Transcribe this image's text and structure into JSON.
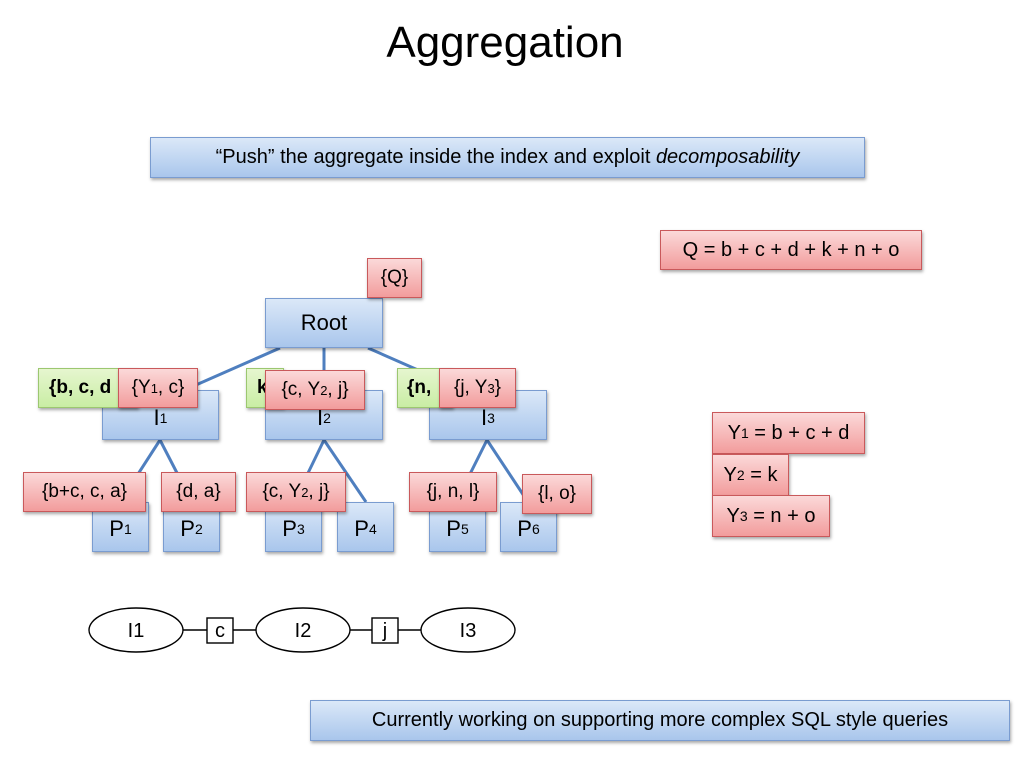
{
  "title": "Aggregation",
  "top_note": {
    "text": "“Push” the aggregate inside the index and exploit ",
    "emph": "decomposability"
  },
  "query_eq": "Q = b + c + d + k + n + o",
  "tree": {
    "root": "Root",
    "root_tag": "{Q}",
    "internal": [
      {
        "base": "I",
        "sub": "1",
        "green": "{b, c, d",
        "tag_pre": "{Y",
        "tag_sub": "1",
        "tag_post": ", c}"
      },
      {
        "base": "I",
        "sub": "2",
        "green": "k",
        "tag_pre": "{c, Y",
        "tag_sub": "2",
        "tag_post": ", j}"
      },
      {
        "base": "I",
        "sub": "3",
        "green": "{n,",
        "tag_pre": "{j, Y",
        "tag_sub": "3",
        "tag_post": "}"
      }
    ],
    "leaves": [
      {
        "base": "P",
        "sub": "1"
      },
      {
        "base": "P",
        "sub": "2"
      },
      {
        "base": "P",
        "sub": "3"
      },
      {
        "base": "P",
        "sub": "4"
      },
      {
        "base": "P",
        "sub": "5"
      },
      {
        "base": "P",
        "sub": "6"
      }
    ],
    "leaf_tags": [
      {
        "pre": "{b+c, c, a}",
        "sub": "",
        "post": ""
      },
      {
        "pre": "{d, a}",
        "sub": "",
        "post": ""
      },
      {
        "pre": "{c, Y",
        "sub": "2",
        "post": ", j}"
      },
      {
        "pre": "{j, n, l}",
        "sub": "",
        "post": ""
      },
      {
        "pre": "{l, o}",
        "sub": "",
        "post": ""
      }
    ]
  },
  "equations": [
    {
      "pre": "Y",
      "sub": "1",
      "post": " = b + c + d"
    },
    {
      "pre": "Y",
      "sub": "2",
      "post": " = k"
    },
    {
      "pre": "Y",
      "sub": "3",
      "post": " = n + o"
    }
  ],
  "chain": {
    "nodes": [
      "I1",
      "I2",
      "I3"
    ],
    "joins": [
      "c",
      "j"
    ]
  },
  "bottom_note": "Currently working on supporting more complex SQL style queries"
}
